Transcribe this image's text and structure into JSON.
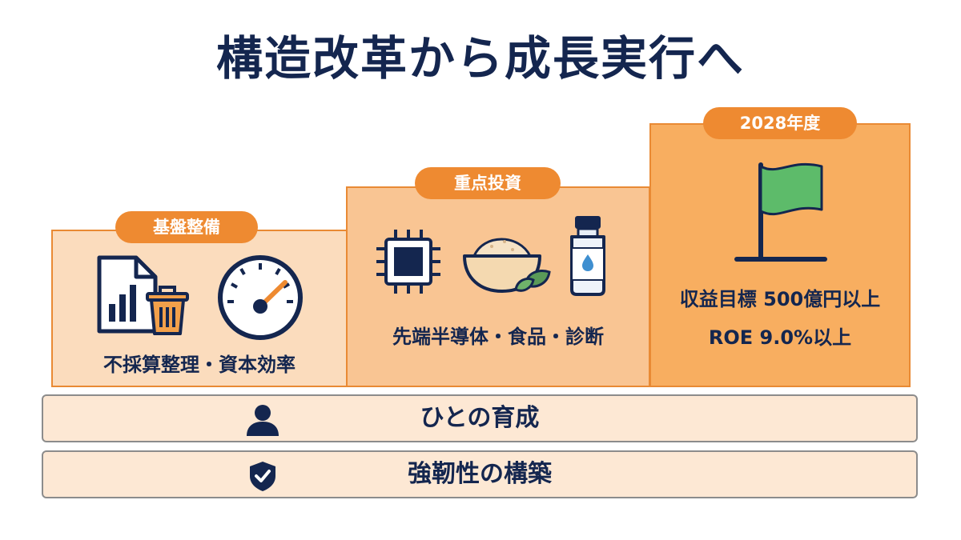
{
  "title": "構造改革から成長実行へ",
  "stages": [
    {
      "label": "基盤整備",
      "caption": "不採算整理・資本効率",
      "icons": [
        "report-chart-icon",
        "trash-can-icon",
        "gauge-icon"
      ]
    },
    {
      "label": "重点投資",
      "caption": "先端半導体・食品・診断",
      "icons": [
        "chip-icon",
        "food-bowl-icon",
        "vial-icon"
      ]
    },
    {
      "label": "2028年度",
      "caption_lines": [
        "収益目標 500億円以上",
        "ROE 9.0%以上"
      ],
      "icons": [
        "flag-icon"
      ]
    }
  ],
  "foundations": [
    {
      "label": "ひとの育成",
      "icon": "person-icon"
    },
    {
      "label": "強靭性の構築",
      "icon": "shield-check-icon"
    }
  ],
  "colors": {
    "navy": "#14264f",
    "orange": "#ee8a31",
    "stage1_fill": "#fbdcbd",
    "stage2_fill": "#f9c593",
    "stage3_fill": "#f8ae60",
    "flag_green": "#5dbb6a",
    "bar_fill": "#fde8d4"
  }
}
